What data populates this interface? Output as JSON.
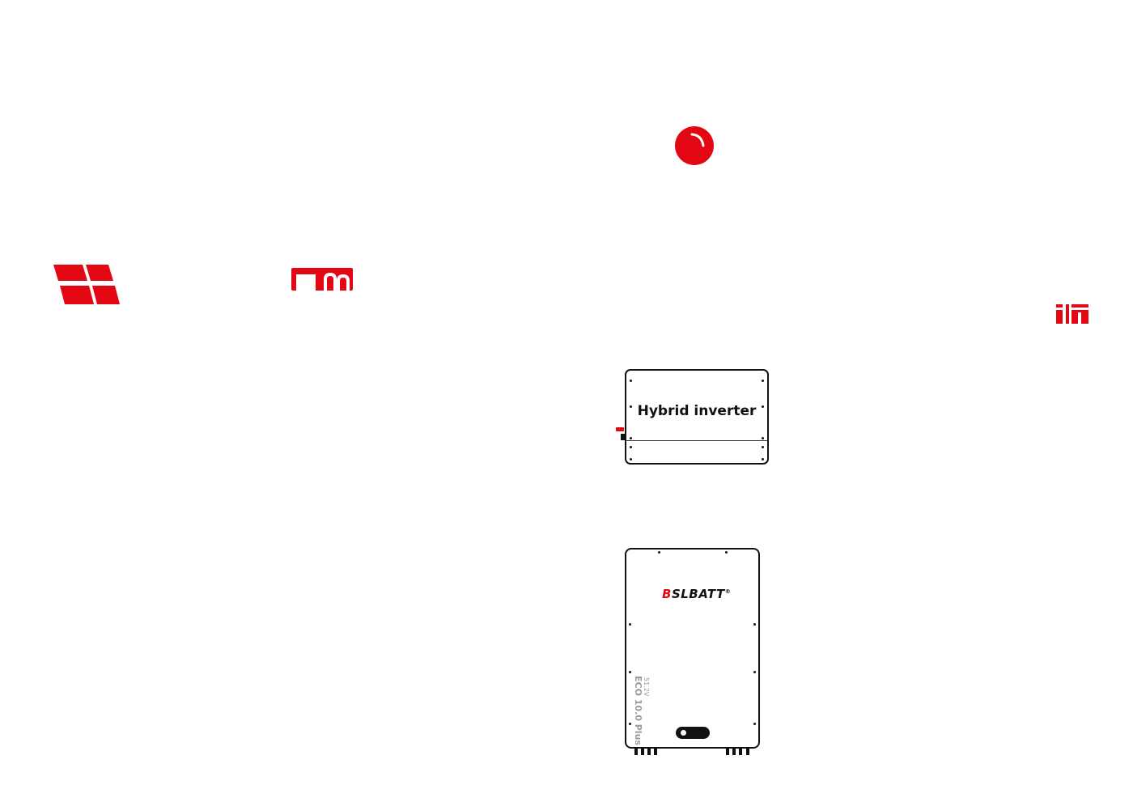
{
  "inverter": {
    "label": "Hybrid inverter"
  },
  "battery": {
    "brand_prefix": "B",
    "brand_rest": "SLBATT",
    "registered": "®",
    "model": "ECO 10.0 Plus",
    "spec": "51.2V"
  },
  "icons": {
    "solar_panel": "solar-panel-icon",
    "meter": "meter-icon",
    "grid": "grid-icon",
    "house": "house-icon"
  },
  "colors": {
    "accent": "#e30613",
    "stroke": "#111111",
    "muted_text": "#9a9a9a",
    "background": "#ffffff"
  }
}
